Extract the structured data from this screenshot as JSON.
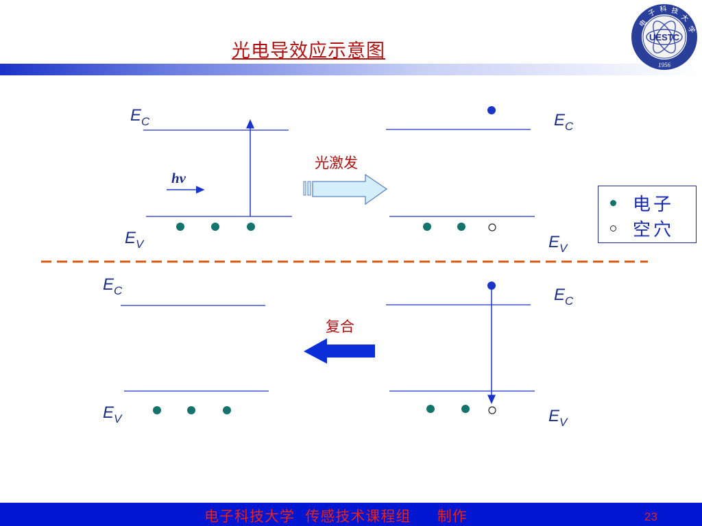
{
  "slide": {
    "title": "光电导效应示意图",
    "page_number": "23",
    "footer": "电子科技大学  传感技术课程组     制作"
  },
  "logo": {
    "text": "UESTC",
    "year": "1956",
    "seal_chars": [
      "电",
      "子",
      "科",
      "技",
      "大",
      "学"
    ],
    "colors": {
      "ring": "#2a3f9a",
      "inner": "#f3f3f3"
    }
  },
  "diagram": {
    "ec_label": "E",
    "ec_sub": "C",
    "ev_label": "E",
    "ev_sub": "V",
    "photon_label": "hv",
    "excitation_label": "光激发",
    "recombination_label": "复合",
    "colors": {
      "line": "#1a33c8",
      "electron": "#14736c",
      "arrow_fill": "#d4eefa",
      "arrow_back": "#0a2fd8",
      "divider": "#d45a12"
    }
  },
  "legend": {
    "items": [
      {
        "symbol": "filled-dot",
        "label": "电子"
      },
      {
        "symbol": "hollow-dot",
        "label": "空穴"
      }
    ]
  }
}
